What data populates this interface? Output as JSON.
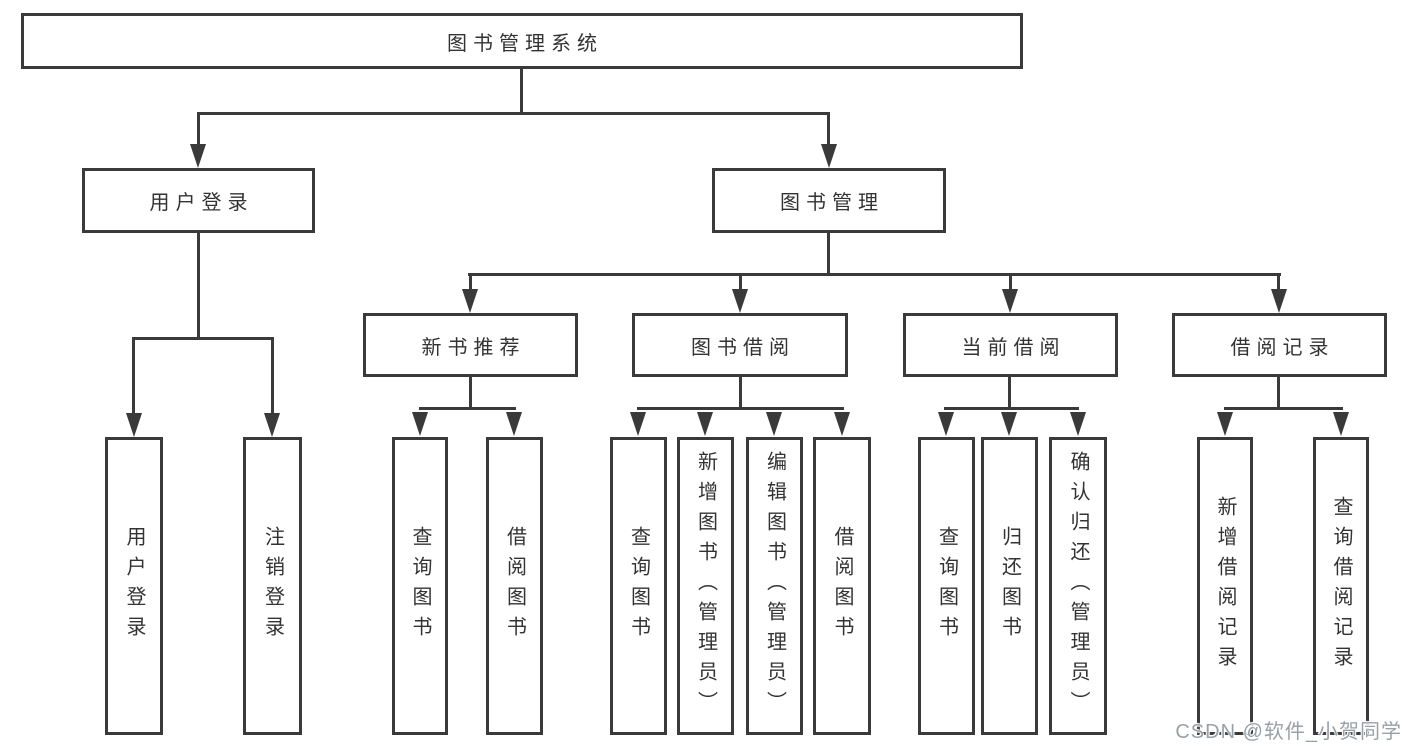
{
  "nodes": {
    "root": {
      "label": "图书管理系统"
    },
    "user_login": {
      "label": "用户登录"
    },
    "book_mgmt": {
      "label": "图书管理"
    },
    "leaf_user_login": {
      "label": "用户登录"
    },
    "leaf_logout": {
      "label": "注销登录"
    },
    "new_book_rec": {
      "label": "新书推荐"
    },
    "book_borrow": {
      "label": "图书借阅"
    },
    "current_borrow": {
      "label": "当前借阅"
    },
    "borrow_record": {
      "label": "借阅记录"
    },
    "rec_query_book": {
      "label": "查询图书"
    },
    "rec_borrow_book": {
      "label": "借阅图书"
    },
    "bb_query_book": {
      "label": "查询图书"
    },
    "bb_add_book": {
      "label": "新增图书（管理员）"
    },
    "bb_edit_book": {
      "label": "编辑图书（管理员）"
    },
    "bb_borrow_book": {
      "label": "借阅图书"
    },
    "cb_query_book": {
      "label": "查询图书"
    },
    "cb_return_book": {
      "label": "归还图书"
    },
    "cb_confirm_return": {
      "label": "确认归还（管理员）"
    },
    "br_add_record": {
      "label": "新增借阅记录"
    },
    "br_query_record": {
      "label": "查询借阅记录"
    }
  },
  "watermark": {
    "text": "CSDN @软件_小贺同学"
  },
  "colors": {
    "line": "#3a3a3a",
    "border": "#3a3a3a",
    "text": "#333333",
    "bg": "#ffffff",
    "watermark": "#99a0a7"
  }
}
